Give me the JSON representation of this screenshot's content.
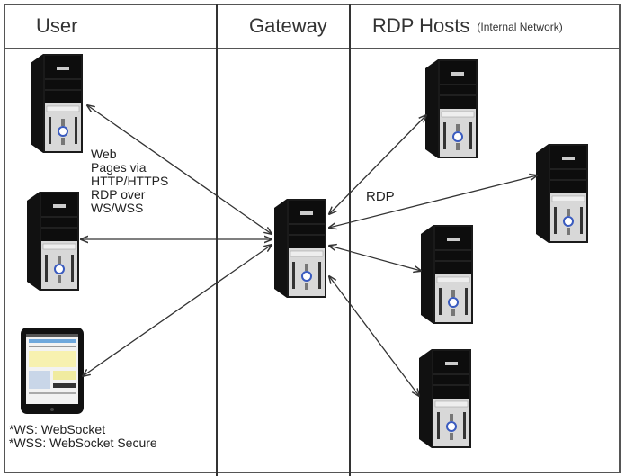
{
  "columns": {
    "user": "User",
    "gateway": "Gateway",
    "rdp_hosts": "RDP Hosts",
    "rdp_hosts_note": "(Internal Network)"
  },
  "nodes": {
    "user_clients": [
      {
        "id": "user-pc-1",
        "icon": "desktop-tower-icon"
      },
      {
        "id": "user-pc-2",
        "icon": "desktop-tower-icon"
      },
      {
        "id": "user-tablet",
        "icon": "tablet-icon"
      }
    ],
    "gateway": {
      "id": "gateway-server",
      "icon": "desktop-tower-icon"
    },
    "rdp_hosts": [
      {
        "id": "rdp-host-1",
        "icon": "desktop-tower-icon"
      },
      {
        "id": "rdp-host-2",
        "icon": "desktop-tower-icon"
      },
      {
        "id": "rdp-host-3",
        "icon": "desktop-tower-icon"
      },
      {
        "id": "rdp-host-4",
        "icon": "desktop-tower-icon"
      }
    ]
  },
  "edges": [
    {
      "from": "gateway-server",
      "to": "user-pc-1",
      "style": "bidirectional"
    },
    {
      "from": "gateway-server",
      "to": "user-pc-2",
      "style": "bidirectional"
    },
    {
      "from": "gateway-server",
      "to": "user-tablet",
      "style": "bidirectional"
    },
    {
      "from": "gateway-server",
      "to": "rdp-host-1",
      "style": "bidirectional"
    },
    {
      "from": "gateway-server",
      "to": "rdp-host-2",
      "style": "bidirectional"
    },
    {
      "from": "gateway-server",
      "to": "rdp-host-3",
      "style": "bidirectional"
    },
    {
      "from": "gateway-server",
      "to": "rdp-host-4",
      "style": "bidirectional"
    }
  ],
  "annotations": {
    "web_protocol_lines": [
      "Web",
      "Pages via",
      "HTTP/HTTPS",
      "RDP over",
      "WS/WSS"
    ],
    "rdp_label": "RDP",
    "footnotes": [
      "*WS: WebSocket",
      "*WSS: WebSocket Secure"
    ]
  }
}
